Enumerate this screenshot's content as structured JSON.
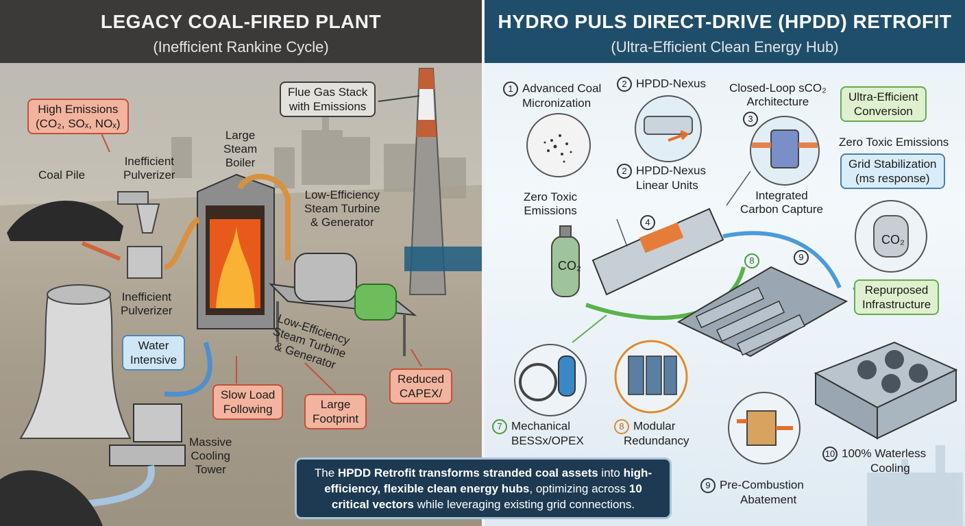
{
  "left_header": {
    "title": "LEGACY COAL-FIRED PLANT",
    "subtitle": "(Inefficient Rankine Cycle)"
  },
  "right_header": {
    "title": "HYDRO PULS DIRECT-DRIVE (HPDD) RETROFIT",
    "subtitle": "(Ultra-Efficient Clean Energy Hub)"
  },
  "left_labels": {
    "high_emissions_line1": "High Emissions",
    "high_emissions_line2": "(CO₂, SOₓ, NOₓ)",
    "flue_stack_line1": "Flue Gas Stack",
    "flue_stack_line2": "with Emissions",
    "coal_pile": "Coal Pile",
    "pulverizer_top_line1": "Inefficient",
    "pulverizer_top_line2": "Pulverizer",
    "boiler_line1": "Large",
    "boiler_line2": "Steam",
    "boiler_line3": "Boiler",
    "turbine_top_line1": "Low-Efficiency",
    "turbine_top_line2": "Steam Turbine",
    "turbine_top_line3": "& Generator",
    "pulverizer_bottom_line1": "Inefficient",
    "pulverizer_bottom_line2": "Pulverizer",
    "turbine_bottom_line1": "Low-Efficiency",
    "turbine_bottom_line2": "Steam Turbine",
    "turbine_bottom_line3": "& Generator",
    "water_line1": "Water",
    "water_line2": "Intensive",
    "slow_load_line1": "Slow Load",
    "slow_load_line2": "Following",
    "large_footprint_line1": "Large",
    "large_footprint_line2": "Footprint",
    "reduced_capex_line1": "Reduced",
    "reduced_capex_line2": "CAPEX/",
    "cooling_line1": "Massive",
    "cooling_line2": "Cooling",
    "cooling_line3": "Tower"
  },
  "right_labels": {
    "item1_num": "1",
    "item1_line1": "Advanced Coal",
    "item1_line2": "Micronization",
    "item2_num": "2",
    "item2_title": "HPDD-Nexus",
    "item2b_num": "2",
    "item2b_line1": "HPDD-Nexus",
    "item2b_line2": "Linear Units",
    "closed_loop_line1": "Closed-Loop sCO₂",
    "closed_loop_line2": "Architecture",
    "item3_num": "3",
    "ultra_line1": "Ultra-Efficient",
    "ultra_line2": "Conversion",
    "zero_toxic_right": "Zero Toxic Emissions",
    "grid_line1": "Grid Stabilization",
    "grid_line2": "(ms response)",
    "zero_toxic_left_line1": "Zero Toxic",
    "zero_toxic_left_line2": "Emissions",
    "carbon_line1": "Integrated",
    "carbon_line2": "Carbon Capture",
    "item4_num": "4",
    "co2_tank": "CO₂",
    "co2_vessel": "CO₂",
    "item8_num_top": "8",
    "item9_num_top": "9",
    "repurposed_line1": "Repurposed",
    "repurposed_line2": "Infrastructure",
    "item7_num": "7",
    "item7_line1": "Mechanical",
    "item7_line2": "BESSx/OPEX",
    "item8_num": "8",
    "item8_line1": "Modular",
    "item8_line2": "Redundancy",
    "item10_num": "10",
    "item10_line1": "100% Waterless",
    "item10_line2": "Cooling",
    "item9_num": "9",
    "item9_line1": "Pre-Combustion",
    "item9_line2": "Abatement"
  },
  "summary": {
    "p1": "The ",
    "b1": "HPDD Retrofit transforms stranded coal assets",
    "p2": " into ",
    "b2": "high-efficiency, flexible clean energy hubs",
    "p3": ", optimizing across ",
    "b3": "10 critical vectors",
    "p4": " while leveraging existing grid connections."
  },
  "colors": {
    "left_header_bg": "#3b3a39",
    "right_header_bg": "#1f4e6b",
    "emission_callout": "#f2b49e",
    "benefit_callout": "#dff0cf",
    "info_callout": "#cfe6f7",
    "summary_bg": "#1e3a52"
  }
}
